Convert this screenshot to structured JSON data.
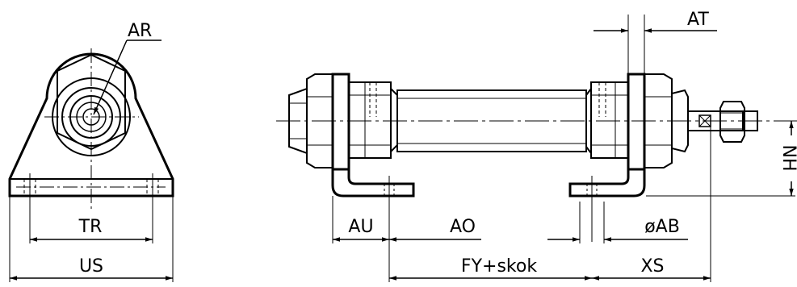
{
  "labels": {
    "ar": "AR",
    "tr": "TR",
    "us": "US",
    "at": "AT",
    "nh": "NH",
    "au": "AU",
    "ao": "AO",
    "ab": "øAB",
    "fy": "FY+skok",
    "xs": "XS"
  },
  "colors": {
    "line": "#000000",
    "background": "#ffffff"
  }
}
